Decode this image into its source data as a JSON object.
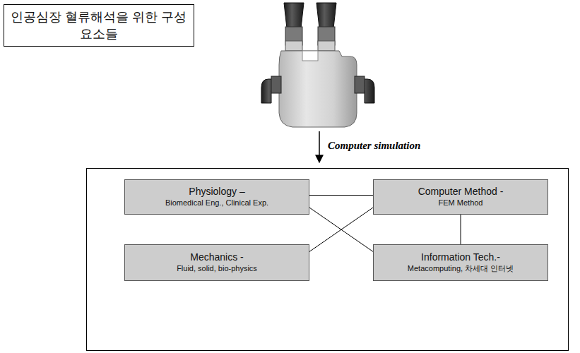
{
  "diagram": {
    "nodes": [
      {
        "text": [
          "인공심장 혈류해석을 위한 구성 요소들"
        ]
      },
      {
        "text": [
          "Physiology –",
          "Biomedical Eng., Clinical Exp."
        ]
      },
      {
        "text": [
          "Computer Method -",
          "FEM Method"
        ]
      },
      {
        "text": [
          "Mechanics -",
          "Fluid, solid, bio-physics"
        ]
      },
      {
        "text": [
          "Information Tech.-",
          "Metacomputing, 차세대 인터넷"
        ]
      }
    ],
    "edges": [
      {
        "from": 1,
        "to": 2,
        "arrow": "none"
      },
      {
        "from": 1,
        "to": 4,
        "arrow": "none"
      },
      {
        "from": 3,
        "to": 2,
        "arrow": "none"
      },
      {
        "from": 2,
        "to": 4,
        "arrow": "none"
      }
    ],
    "labels": [
      "Computer simulation"
    ]
  }
}
